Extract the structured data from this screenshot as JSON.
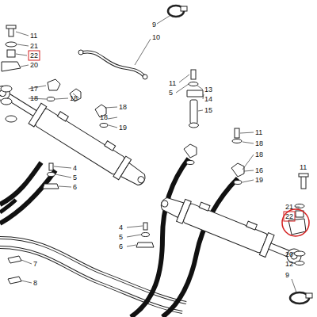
{
  "diagram": {
    "labels": [
      "11",
      "21",
      "22",
      "20",
      "9",
      "10",
      "17",
      "18",
      "18",
      "18",
      "18",
      "19",
      "11",
      "5",
      "13",
      "14",
      "15",
      "4",
      "5",
      "6",
      "4",
      "5",
      "6",
      "7",
      "8",
      "11",
      "18",
      "18",
      "16",
      "19",
      "11",
      "21",
      "22",
      "20",
      "12",
      "9"
    ]
  }
}
